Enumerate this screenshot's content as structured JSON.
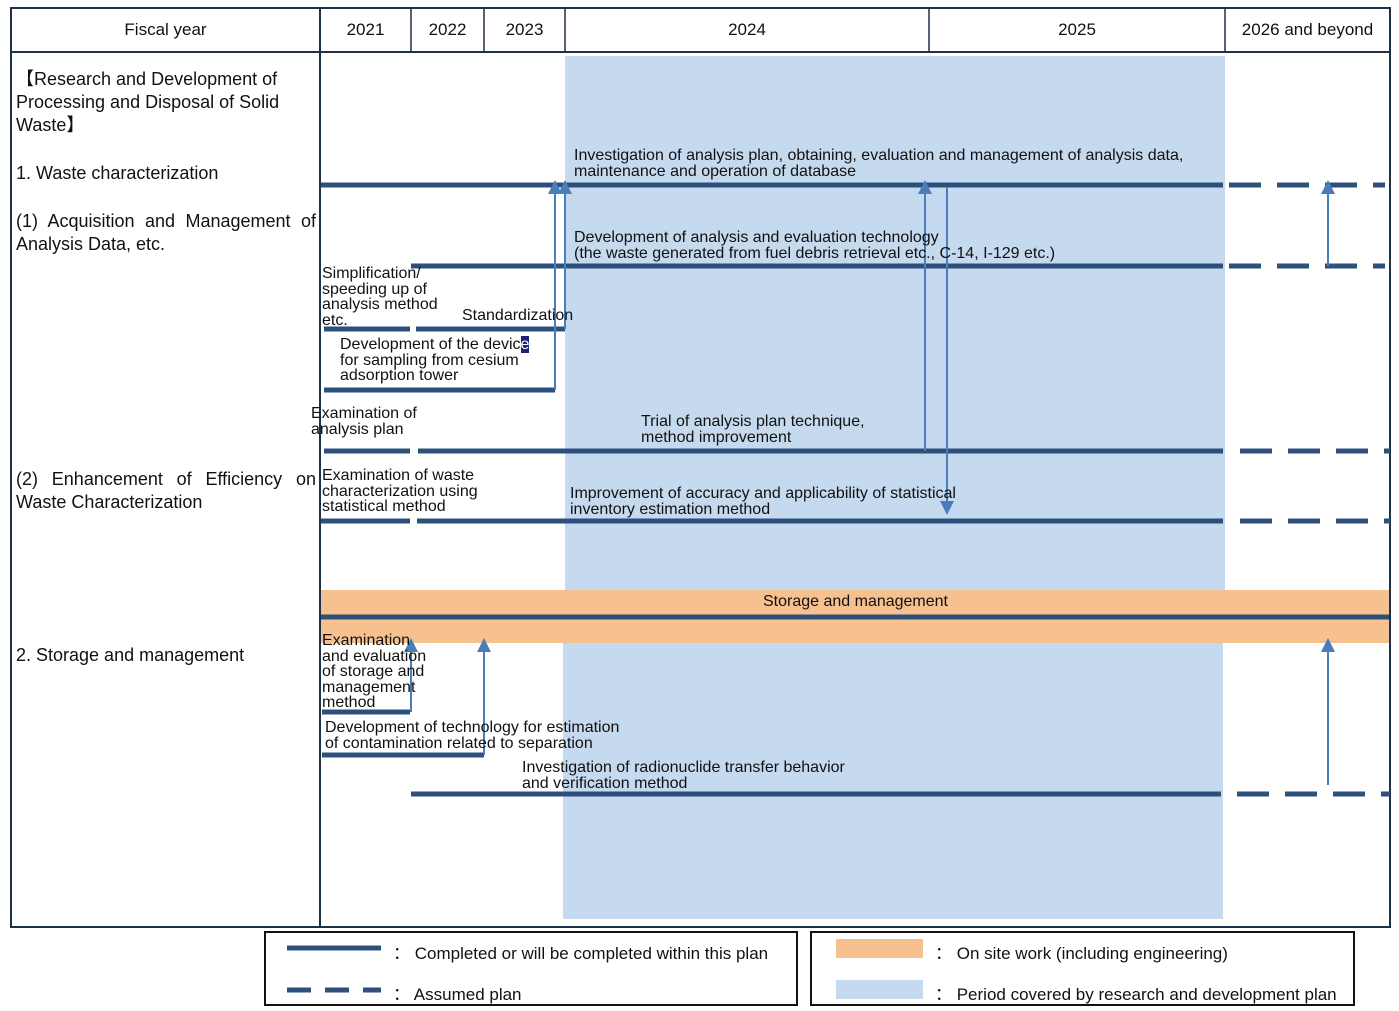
{
  "header": {
    "first_col": "Fiscal year",
    "years": [
      "2021",
      "2022",
      "2023",
      "2024",
      "2025",
      "2026 and beyond"
    ]
  },
  "left_column": {
    "heading": "【Research and Development of Processing and Disposal of Solid Waste】",
    "item1": "1.   Waste characterization",
    "item1_sub1": "(1) Acquisition and Management of Analysis Data, etc.",
    "item1_sub2": "(2) Enhancement of Efficiency on Waste Characterization",
    "item2": "2. Storage and management"
  },
  "tasks": {
    "t_db": "Investigation of analysis plan, obtaining, evaluation and management of analysis data,\nmaintenance and operation of database",
    "t_dev_tech": "Development of analysis and evaluation technology\n(the waste generated from fuel debris retrieval etc., C-14, I-129 etc.)",
    "t_simplification": "Simplification/\nspeeding up of\nanalysis method\netc.",
    "t_standardization": "Standardization",
    "t_device_a": "Development of the devic",
    "t_device_cursor": "e",
    "t_device_b": "\nfor sampling from cesium\nadsorption tower",
    "t_exam_plan": "Examination of\nanalysis plan",
    "t_trial": "Trial of analysis plan technique,\nmethod improvement",
    "t_exam_waste": "Examination of waste\ncharacterization using\nstatistical method",
    "t_accuracy": "Improvement of accuracy and applicability of statistical\ninventory estimation method",
    "t_storage_bar": "Storage and management",
    "t_exam_storage": "Examination\nand evaluation\nof storage and\nmanagement\nmethod",
    "t_contamination": "Development of technology for estimation\nof contamination related to separation",
    "t_radionuclide": "Investigation of radionuclide transfer behavior\nand verification method"
  },
  "legend": {
    "solid": "：  Completed or will be completed within this plan",
    "dashed": "：  Assumed plan",
    "orange": "：  On site work (including engineering)",
    "blue": "：  Period covered by research and development plan"
  },
  "colors": {
    "navy": "#2d4f7c",
    "arrow": "#4a7ebb",
    "period_blue": "#c5d9ef",
    "onsite_orange": "#f7c08f",
    "grid": "#1f3147"
  }
}
